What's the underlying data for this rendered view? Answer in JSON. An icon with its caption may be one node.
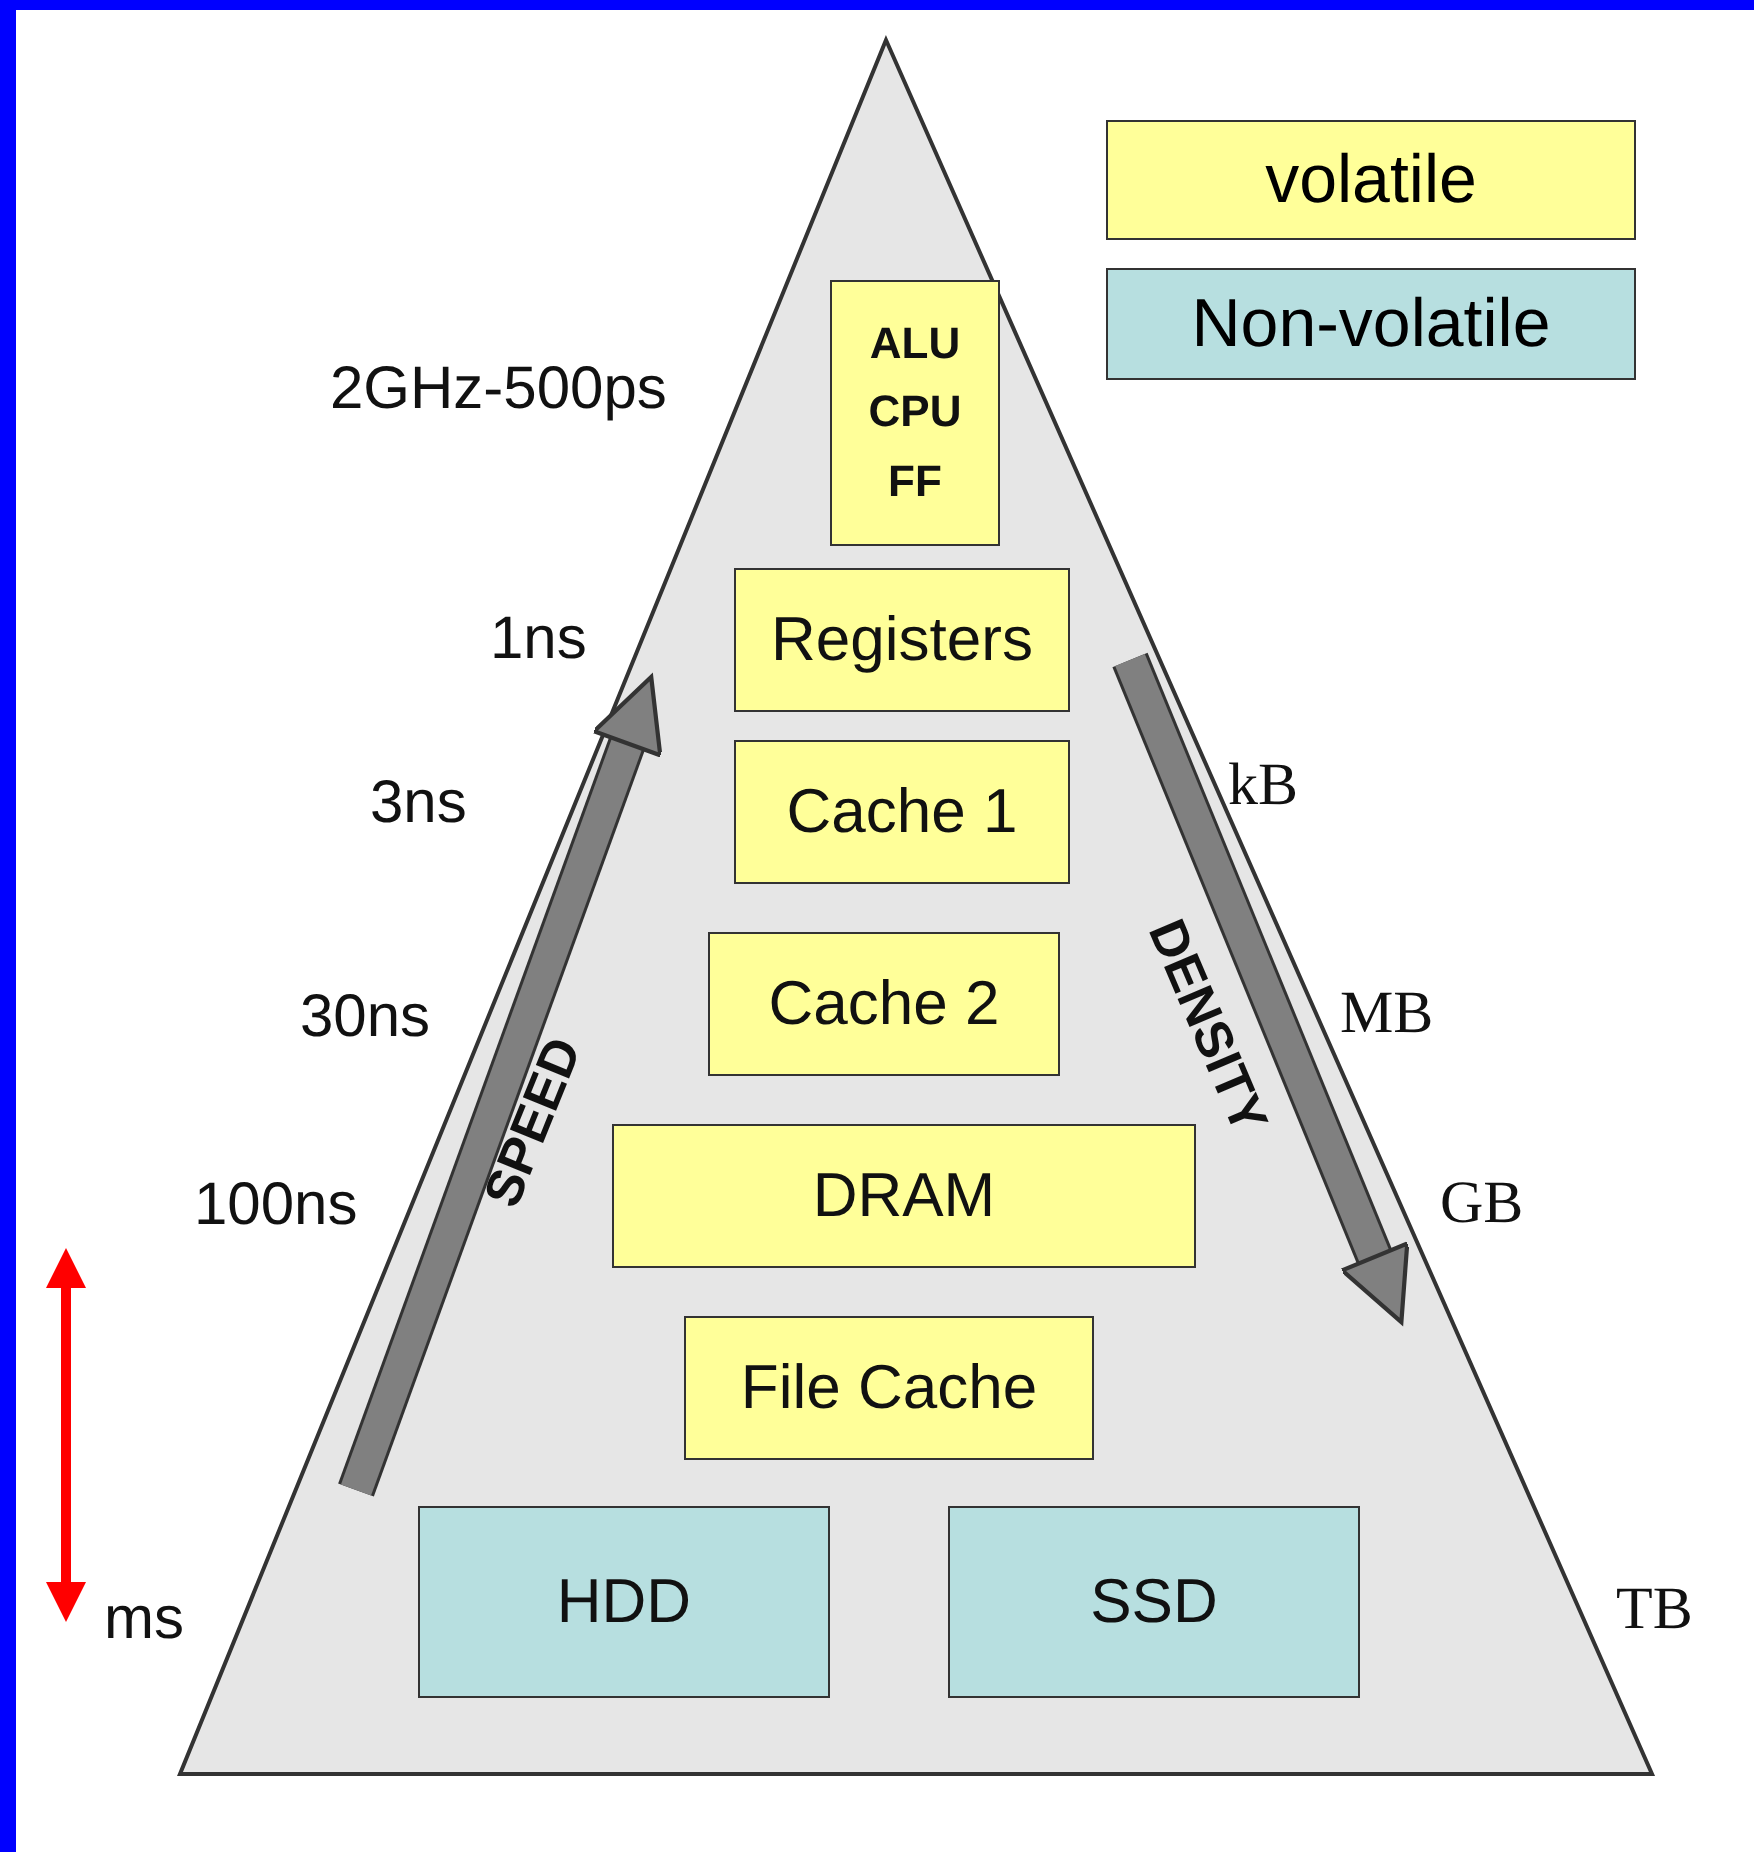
{
  "diagram": {
    "nodes": [
      {
        "text": [
          "ALU CPU FF"
        ]
      },
      {
        "text": [
          "Registers"
        ]
      },
      {
        "text": [
          "Cache 1"
        ]
      },
      {
        "text": [
          "Cache 2"
        ]
      },
      {
        "text": [
          "DRAM"
        ]
      },
      {
        "text": [
          "File Cache"
        ]
      },
      {
        "text": [
          "HDD"
        ]
      },
      {
        "text": [
          "SSD"
        ]
      }
    ],
    "edges": [],
    "labels": [
      "2GHz-500ps",
      "1ns",
      "3ns",
      "kB",
      "30ns",
      "MB",
      "100ns",
      "SPEED",
      "DENSITY",
      "GB",
      "ms",
      "TB"
    ],
    "legend": [
      {
        "text": "volatile",
        "color": "#ffff99"
      },
      {
        "text": "Non-volatile",
        "color": "#b7dfe0"
      }
    ]
  }
}
